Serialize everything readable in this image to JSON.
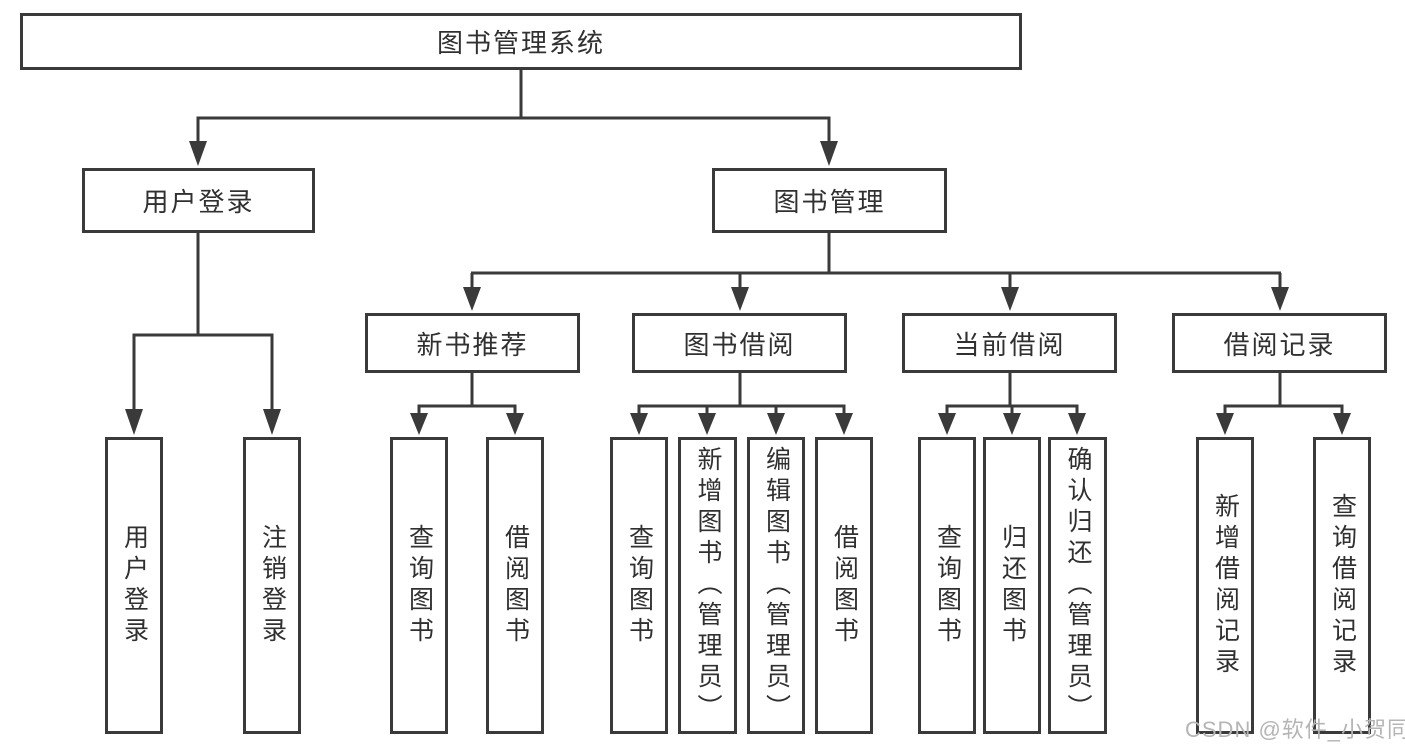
{
  "tree": {
    "root": {
      "label": "图书管理系统"
    },
    "branches": [
      {
        "label": "用户登录",
        "leaves": [
          {
            "label": "用户登录"
          },
          {
            "label": "注销登录"
          }
        ]
      },
      {
        "label": "图书管理",
        "groups": [
          {
            "label": "新书推荐",
            "leaves": [
              {
                "label": "查询图书"
              },
              {
                "label": "借阅图书"
              }
            ]
          },
          {
            "label": "图书借阅",
            "leaves": [
              {
                "label": "查询图书"
              },
              {
                "label": "新增图书（管理员）"
              },
              {
                "label": "编辑图书（管理员）"
              },
              {
                "label": "借阅图书"
              }
            ]
          },
          {
            "label": "当前借阅",
            "leaves": [
              {
                "label": "查询图书"
              },
              {
                "label": "归还图书"
              },
              {
                "label": "确认归还（管理员）"
              }
            ]
          },
          {
            "label": "借阅记录",
            "leaves": [
              {
                "label": "新增借阅记录"
              },
              {
                "label": "查询借阅记录"
              }
            ]
          }
        ]
      }
    ]
  },
  "watermark": "CSDN @软件_小贺同学",
  "colors": {
    "line": "#3a3a3a",
    "text": "#303030",
    "background": "#ffffff",
    "watermark": "#b5b5b5"
  }
}
